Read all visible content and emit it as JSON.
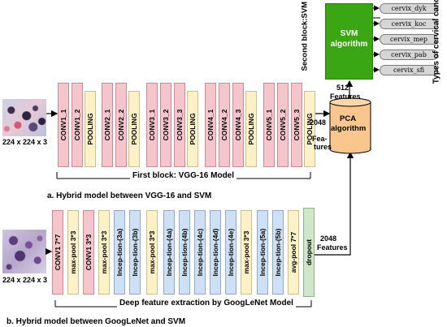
{
  "block1": {
    "layers": [
      {
        "type": "conv",
        "label": "CONV1_1"
      },
      {
        "type": "conv",
        "label": "CONV1_2"
      },
      {
        "type": "pool",
        "label": "POOLING"
      },
      {
        "type": "conv",
        "label": "CONV2_1"
      },
      {
        "type": "conv",
        "label": "CONV2_2"
      },
      {
        "type": "pool",
        "label": "POOLING"
      },
      {
        "type": "conv",
        "label": "CONV3_1"
      },
      {
        "type": "conv",
        "label": "CONV3_2"
      },
      {
        "type": "conv",
        "label": "CONV3_3"
      },
      {
        "type": "pool",
        "label": "POOLING"
      },
      {
        "type": "conv",
        "label": "CONV4_1"
      },
      {
        "type": "conv",
        "label": "CONV4_2"
      },
      {
        "type": "conv",
        "label": "CONV4_3"
      },
      {
        "type": "pool",
        "label": "POOLING"
      },
      {
        "type": "conv",
        "label": "CONV5_1"
      },
      {
        "type": "conv",
        "label": "CONV5_2"
      },
      {
        "type": "conv",
        "label": "CONV5_3"
      },
      {
        "type": "pool",
        "label": "POOLING"
      }
    ],
    "block_label": "First block: VGG-16 Model",
    "caption": "a. Hybrid model between VGG-16 and SVM",
    "input_dim": "224 x 224 x 3",
    "out_num": "2048",
    "out_label_1": "Fea-",
    "out_label_2": "tures"
  },
  "block2": {
    "layers": [
      {
        "type": "conv",
        "label": "CONV1 7*7"
      },
      {
        "type": "pool",
        "label": "max-pool 3*3"
      },
      {
        "type": "conv",
        "label": "CONV1 3*3"
      },
      {
        "type": "pool",
        "label": "max-pool 3*3"
      },
      {
        "type": "incep",
        "label": "Incep-tion-(3a)"
      },
      {
        "type": "incep",
        "label": "Incep-tion-(3b)"
      },
      {
        "type": "pool",
        "label": "max-pool 3*3"
      },
      {
        "type": "incep",
        "label": "Incep-tion-(4a)"
      },
      {
        "type": "incep",
        "label": "Incep-tion-(4b)"
      },
      {
        "type": "incep",
        "label": "Incep-tion-(4c)"
      },
      {
        "type": "incep",
        "label": "Incep-tion-(4d)"
      },
      {
        "type": "incep",
        "label": "Incep-tion-(4e)"
      },
      {
        "type": "pool",
        "label": "max-pool 3*3"
      },
      {
        "type": "incep",
        "label": "Incep-tion-(5a)"
      },
      {
        "type": "incep",
        "label": "Incep-tion-(5b)"
      },
      {
        "type": "pool",
        "label": "avg-pool 7*7"
      },
      {
        "type": "drop",
        "label": "dropout"
      }
    ],
    "block_label": "Deep feature extraction by GoogLeNet Model",
    "caption": "b. Hybrid model between GoogLeNet and SVM",
    "input_dim": "224 x 224 x 3",
    "out_num": "2048",
    "out_label": "Features"
  },
  "pca": {
    "line1": "PCA",
    "line2": "algorithm"
  },
  "svm": {
    "line1": "SVM",
    "line2": "algorithm",
    "side_label": "Second block:SVM"
  },
  "pca_to_svm": {
    "num": "512",
    "label": "Features"
  },
  "classes": [
    "cervix_dyk",
    "cervix_koc",
    "cervix_mep",
    "cervix_pab",
    "cervix_sfi"
  ],
  "classes_title": "Types of cervical cancer",
  "colors": {
    "conv": "#f4c6cc",
    "pool": "#fdf1c8",
    "inception": "#cfe0f4",
    "dropout": "#cfe6c9",
    "pca": "#f9c68e",
    "svm": "#3aa614",
    "class_oval": "#d6d6d6"
  }
}
